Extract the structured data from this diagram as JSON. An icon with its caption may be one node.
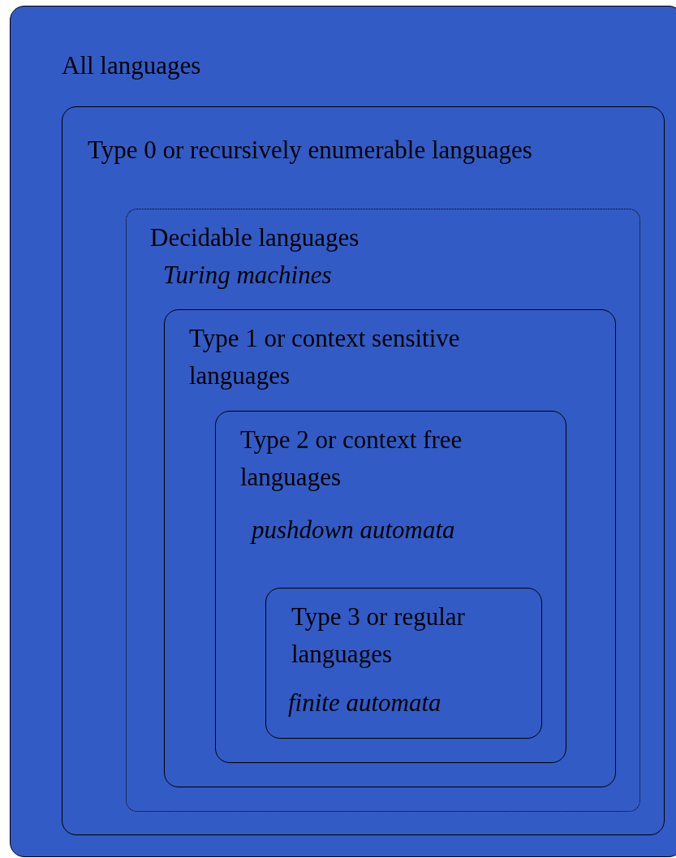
{
  "diagram": {
    "nodes": [
      {
        "text": [
          "All languages"
        ]
      },
      {
        "text": [
          "Type 0 or recursively enumerable languages"
        ],
        "in": 0
      },
      {
        "text": [
          "Decidable languages",
          "Turing machines"
        ],
        "in": 1
      },
      {
        "text": [
          "Type 1 or context sensitive languages"
        ],
        "in": 2
      },
      {
        "text": [
          "Type 2 or context free languages",
          "pushdown automata"
        ],
        "in": 3
      },
      {
        "text": [
          "Type 3 or regular languages",
          "finite automata"
        ],
        "in": 4
      }
    ]
  }
}
